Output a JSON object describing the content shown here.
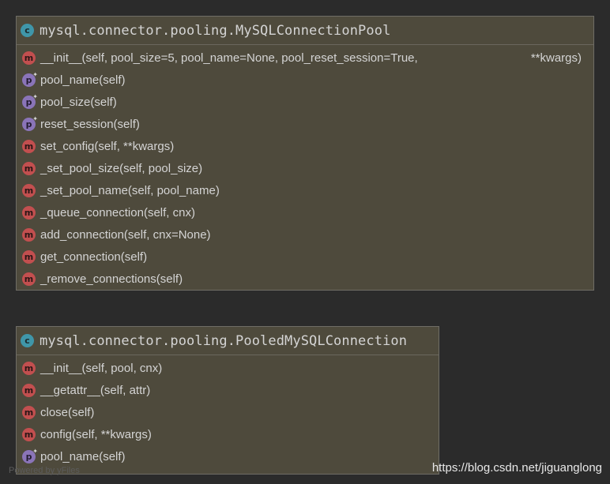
{
  "classes": [
    {
      "icon": "c",
      "title": "mysql.connector.pooling.MySQLConnectionPool",
      "members": [
        {
          "kind": "m",
          "label": "__init__(self, pool_size=5, pool_name=None, pool_reset_session=True,",
          "tail": "**kwargs)"
        },
        {
          "kind": "p",
          "label": "pool_name(self)"
        },
        {
          "kind": "p",
          "label": "pool_size(self)"
        },
        {
          "kind": "p",
          "label": "reset_session(self)"
        },
        {
          "kind": "m",
          "label": "set_config(self, **kwargs)"
        },
        {
          "kind": "m",
          "label": "_set_pool_size(self, pool_size)"
        },
        {
          "kind": "m",
          "label": "_set_pool_name(self, pool_name)"
        },
        {
          "kind": "m",
          "label": "_queue_connection(self, cnx)"
        },
        {
          "kind": "m",
          "label": "add_connection(self, cnx=None)"
        },
        {
          "kind": "m",
          "label": "get_connection(self)"
        },
        {
          "kind": "m",
          "label": "_remove_connections(self)"
        }
      ]
    },
    {
      "icon": "c",
      "title": "mysql.connector.pooling.PooledMySQLConnection",
      "members": [
        {
          "kind": "m",
          "label": "__init__(self, pool, cnx)"
        },
        {
          "kind": "m",
          "label": "__getattr__(self, attr)"
        },
        {
          "kind": "m",
          "label": "close(self)"
        },
        {
          "kind": "m",
          "label": "config(self, **kwargs)"
        },
        {
          "kind": "p",
          "label": "pool_name(self)"
        }
      ]
    }
  ],
  "footer": {
    "powered_by": "Powered by yFiles",
    "watermark": "https://blog.csdn.net/jiguanglong"
  }
}
